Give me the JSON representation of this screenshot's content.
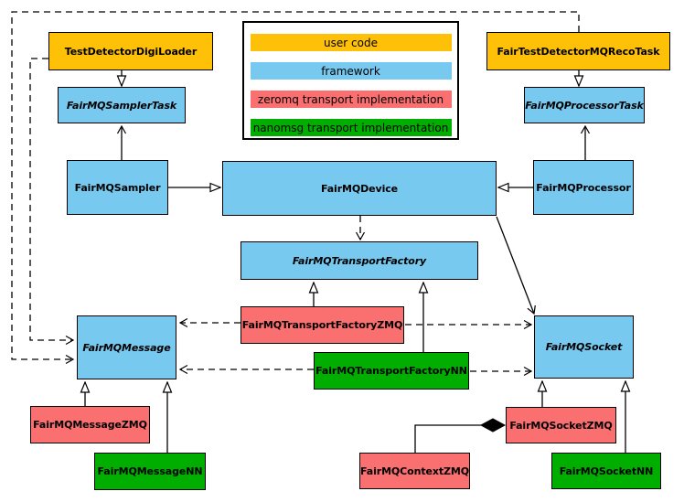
{
  "colors": {
    "user_code": "#FFC107",
    "framework": "#77C9F0",
    "zeromq": "#FA6F6F",
    "nanomsg": "#00AE00",
    "line": "#000000",
    "background": "#FFFFFF"
  },
  "legend": {
    "items": [
      {
        "label": "user code",
        "color_key": "user_code"
      },
      {
        "label": "framework",
        "color_key": "framework"
      },
      {
        "label": "zeromq transport implementation",
        "color_key": "zeromq"
      },
      {
        "label": "nanomsg transport implementation",
        "color_key": "nanomsg"
      }
    ]
  },
  "nodes": {
    "testDetectorDigiLoader": {
      "label": "TestDetectorDigiLoader",
      "category": "user_code",
      "abstract": false
    },
    "fairTestDetectorMQRecoTask": {
      "label": "FairTestDetectorMQRecoTask",
      "category": "user_code",
      "abstract": false
    },
    "fairMQSamplerTask": {
      "label": "FairMQSamplerTask",
      "category": "framework",
      "abstract": true
    },
    "fairMQProcessorTask": {
      "label": "FairMQProcessorTask",
      "category": "framework",
      "abstract": true
    },
    "fairMQSampler": {
      "label": "FairMQSampler",
      "category": "framework",
      "abstract": false
    },
    "fairMQDevice": {
      "label": "FairMQDevice",
      "category": "framework",
      "abstract": false
    },
    "fairMQProcessor": {
      "label": "FairMQProcessor",
      "category": "framework",
      "abstract": false
    },
    "fairMQTransportFactory": {
      "label": "FairMQTransportFactory",
      "category": "framework",
      "abstract": true
    },
    "fairMQTransportFactoryZMQ": {
      "label": "FairMQTransportFactoryZMQ",
      "category": "zeromq",
      "abstract": false
    },
    "fairMQTransportFactoryNN": {
      "label": "FairMQTransportFactoryNN",
      "category": "nanomsg",
      "abstract": false
    },
    "fairMQMessage": {
      "label": "FairMQMessage",
      "category": "framework",
      "abstract": true
    },
    "fairMQSocket": {
      "label": "FairMQSocket",
      "category": "framework",
      "abstract": true
    },
    "fairMQMessageZMQ": {
      "label": "FairMQMessageZMQ",
      "category": "zeromq",
      "abstract": false
    },
    "fairMQMessageNN": {
      "label": "FairMQMessageNN",
      "category": "nanomsg",
      "abstract": false
    },
    "fairMQSocketZMQ": {
      "label": "FairMQSocketZMQ",
      "category": "zeromq",
      "abstract": false
    },
    "fairMQSocketNN": {
      "label": "FairMQSocketNN",
      "category": "nanomsg",
      "abstract": false
    },
    "fairMQContextZMQ": {
      "label": "FairMQContextZMQ",
      "category": "zeromq",
      "abstract": false
    }
  },
  "edges": [
    {
      "from": "TestDetectorDigiLoader",
      "to": "FairMQSamplerTask",
      "type": "inheritance"
    },
    {
      "from": "FairMQSampler",
      "to": "FairMQSamplerTask",
      "type": "association"
    },
    {
      "from": "FairTestDetectorMQRecoTask",
      "to": "FairMQProcessorTask",
      "type": "inheritance"
    },
    {
      "from": "FairMQProcessor",
      "to": "FairMQProcessorTask",
      "type": "association"
    },
    {
      "from": "FairMQSampler",
      "to": "FairMQDevice",
      "type": "inheritance"
    },
    {
      "from": "FairMQProcessor",
      "to": "FairMQDevice",
      "type": "inheritance"
    },
    {
      "from": "FairMQDevice",
      "to": "FairMQTransportFactory",
      "type": "dependency"
    },
    {
      "from": "FairMQTransportFactoryZMQ",
      "to": "FairMQTransportFactory",
      "type": "inheritance"
    },
    {
      "from": "FairMQTransportFactoryNN",
      "to": "FairMQTransportFactory",
      "type": "inheritance"
    },
    {
      "from": "FairMQDevice",
      "to": "FairMQSocket",
      "type": "association"
    },
    {
      "from": "FairMQTransportFactoryZMQ",
      "to": "FairMQMessage",
      "type": "dependency"
    },
    {
      "from": "FairMQTransportFactoryNN",
      "to": "FairMQMessage",
      "type": "dependency"
    },
    {
      "from": "FairMQTransportFactoryZMQ",
      "to": "FairMQSocket",
      "type": "dependency"
    },
    {
      "from": "FairMQTransportFactoryNN",
      "to": "FairMQSocket",
      "type": "dependency"
    },
    {
      "from": "FairMQMessageZMQ",
      "to": "FairMQMessage",
      "type": "inheritance"
    },
    {
      "from": "FairMQMessageNN",
      "to": "FairMQMessage",
      "type": "inheritance"
    },
    {
      "from": "FairMQSocketZMQ",
      "to": "FairMQSocket",
      "type": "inheritance"
    },
    {
      "from": "FairMQSocketNN",
      "to": "FairMQSocket",
      "type": "inheritance"
    },
    {
      "from": "FairMQContextZMQ",
      "to": "FairMQSocketZMQ",
      "type": "composition"
    },
    {
      "from": "TestDetectorDigiLoader",
      "to": "FairMQMessage",
      "type": "dependency"
    },
    {
      "from": "FairTestDetectorMQRecoTask",
      "to": "FairMQMessage",
      "type": "dependency"
    }
  ]
}
